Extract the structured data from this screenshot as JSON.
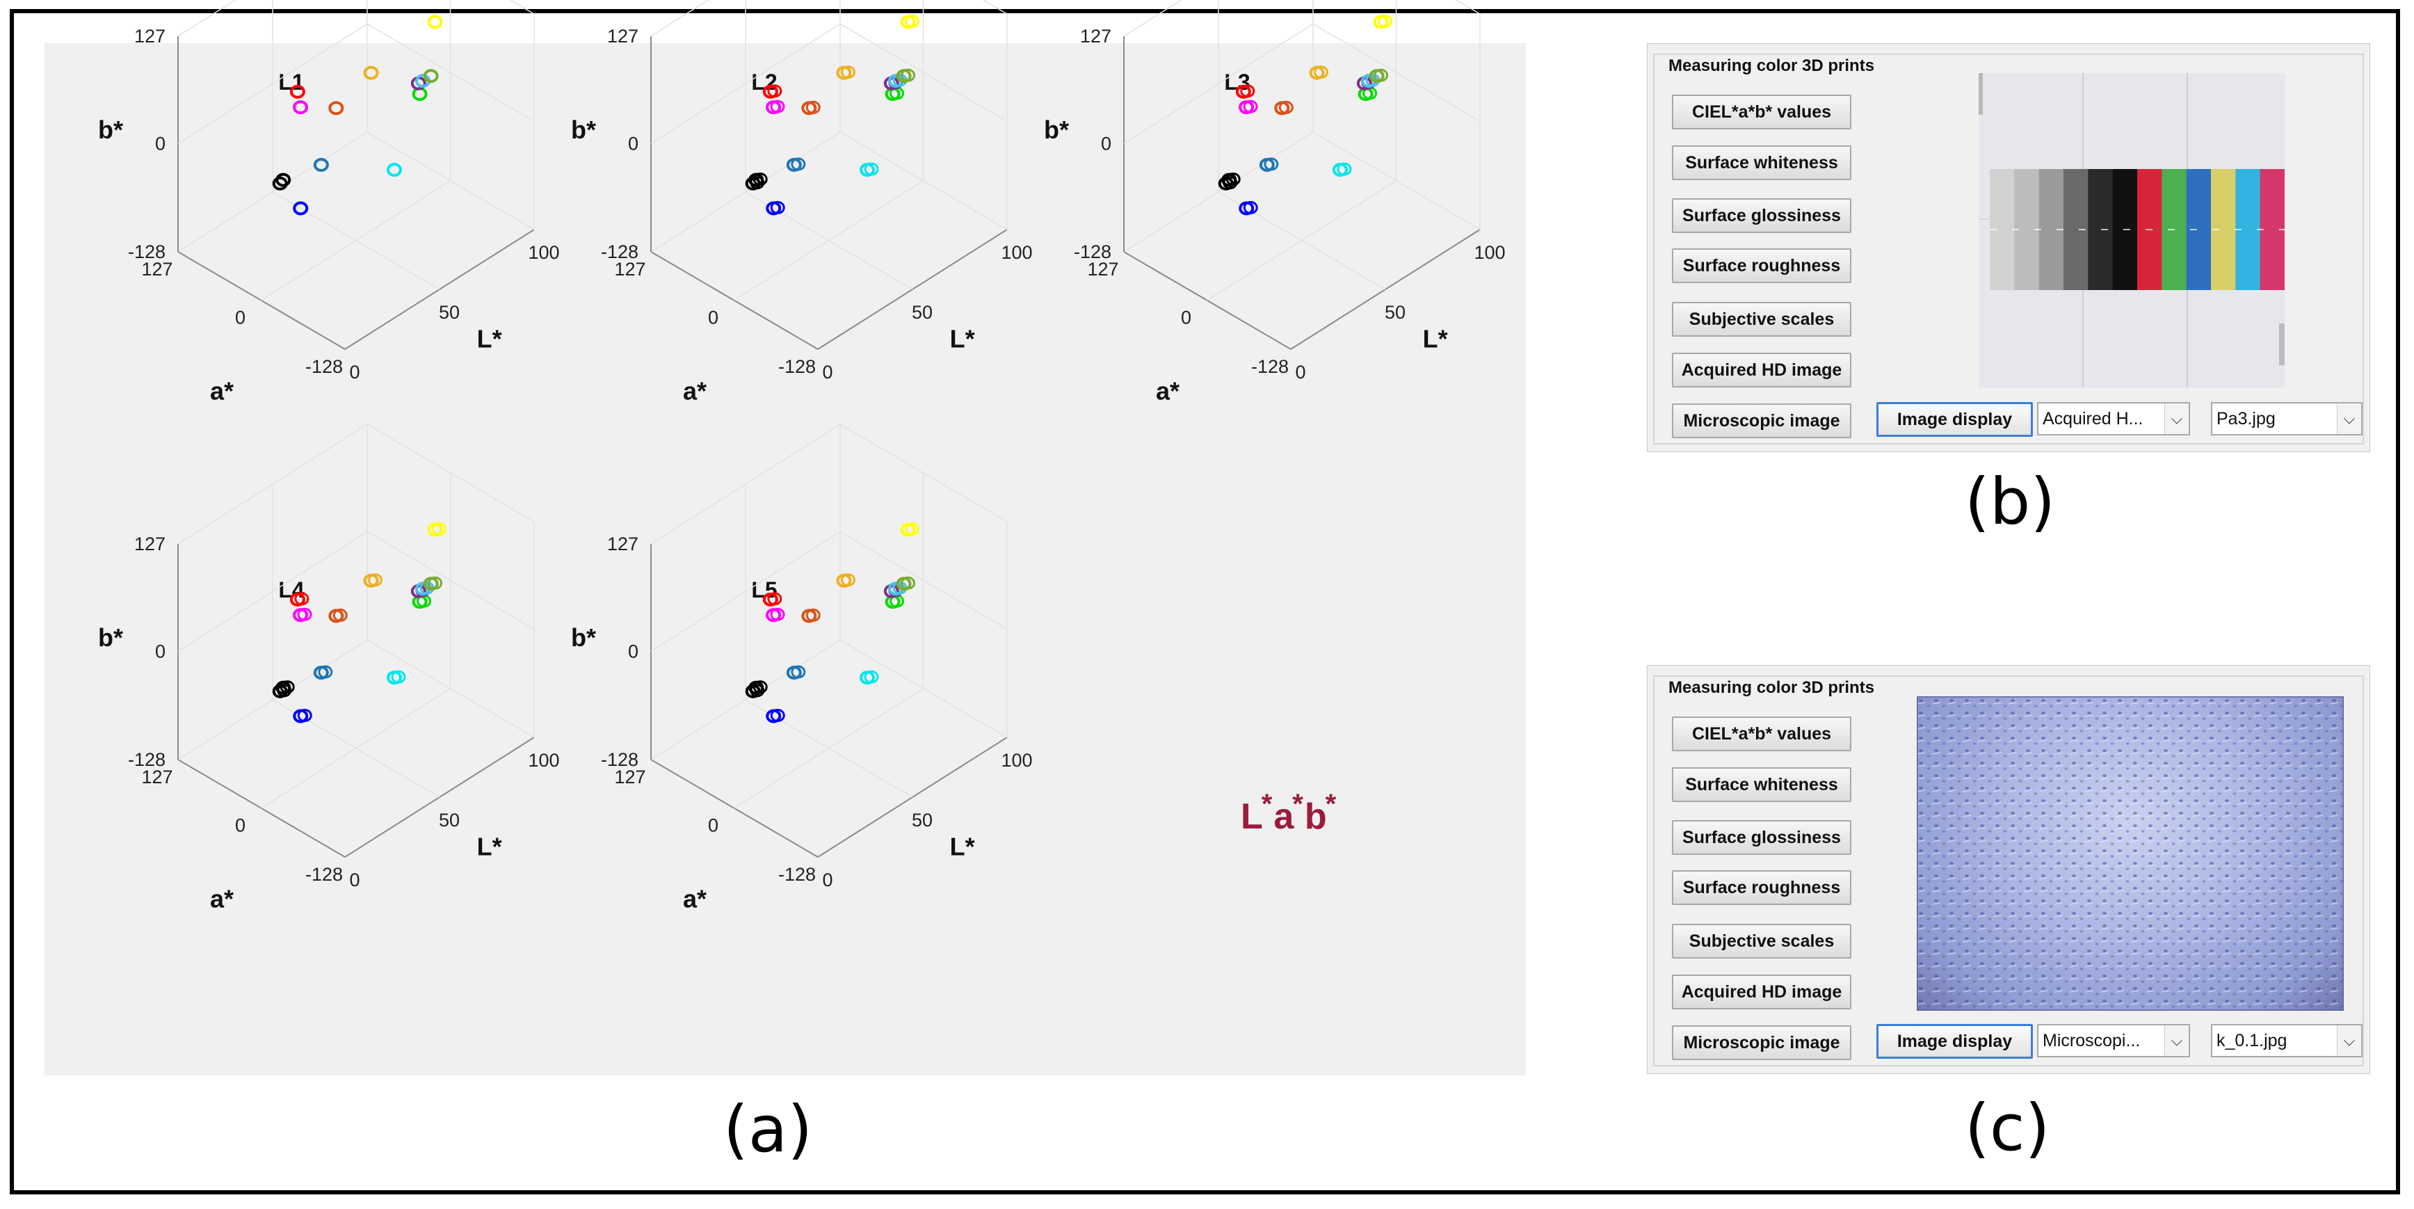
{
  "chart_data": {
    "type": "scatter",
    "projection": "3d",
    "axis_labels": {
      "x": "L*",
      "y": "a*",
      "z": "b*"
    },
    "xlim": [
      0,
      100
    ],
    "ylim": [
      -128,
      127
    ],
    "zlim": [
      -128,
      127
    ],
    "x_ticks": [
      "0",
      "50",
      "100"
    ],
    "y_ticks": [
      "127",
      "0",
      "-128"
    ],
    "z_ticks": [
      "127",
      "0",
      "-128"
    ],
    "grid": true,
    "subplots": [
      {
        "title": "L1",
        "points": [
          {
            "L": 10,
            "a": 0,
            "b": -4,
            "color": "#000000"
          },
          {
            "L": 12,
            "a": 1,
            "b": -3,
            "color": "#000000"
          },
          {
            "L": 30,
            "a": -5,
            "b": -8,
            "color": "#1f77b4"
          },
          {
            "L": 25,
            "a": 12,
            "b": -60,
            "color": "#0000ff"
          },
          {
            "L": 60,
            "a": -30,
            "b": -45,
            "color": "#00e5ee"
          },
          {
            "L": 45,
            "a": 70,
            "b": 5,
            "color": "#ff00ff"
          },
          {
            "L": 40,
            "a": 60,
            "b": 35,
            "color": "#ff0000"
          },
          {
            "L": 50,
            "a": 30,
            "b": 15,
            "color": "#d95319"
          },
          {
            "L": 65,
            "a": 20,
            "b": 40,
            "color": "#edb120"
          },
          {
            "L": 70,
            "a": -40,
            "b": 35,
            "color": "#00dd00"
          },
          {
            "L": 78,
            "a": -15,
            "b": 25,
            "color": "#7e2f8e"
          },
          {
            "L": 82,
            "a": -10,
            "b": 20,
            "color": "#4dbeee"
          },
          {
            "L": 88,
            "a": -5,
            "b": 15,
            "color": "#77ac30"
          },
          {
            "L": 85,
            "a": -20,
            "b": 90,
            "color": "#ffff00"
          }
        ]
      },
      {
        "title": "L2",
        "points": [
          {
            "L": 10,
            "a": 0,
            "b": -4,
            "color": "#000000"
          },
          {
            "L": 12,
            "a": 1,
            "b": -3,
            "color": "#000000"
          },
          {
            "L": 30,
            "a": -5,
            "b": -8,
            "color": "#1f77b4"
          },
          {
            "L": 25,
            "a": 12,
            "b": -60,
            "color": "#0000ff"
          },
          {
            "L": 60,
            "a": -30,
            "b": -45,
            "color": "#00e5ee"
          },
          {
            "L": 45,
            "a": 70,
            "b": 5,
            "color": "#ff00ff"
          },
          {
            "L": 40,
            "a": 60,
            "b": 35,
            "color": "#ff0000"
          },
          {
            "L": 50,
            "a": 30,
            "b": 15,
            "color": "#d95319"
          },
          {
            "L": 65,
            "a": 20,
            "b": 40,
            "color": "#edb120"
          },
          {
            "L": 70,
            "a": -40,
            "b": 35,
            "color": "#00dd00"
          },
          {
            "L": 78,
            "a": -15,
            "b": 25,
            "color": "#7e2f8e"
          },
          {
            "L": 82,
            "a": -10,
            "b": 20,
            "color": "#4dbeee"
          },
          {
            "L": 88,
            "a": -5,
            "b": 15,
            "color": "#77ac30"
          },
          {
            "L": 85,
            "a": -20,
            "b": 90,
            "color": "#ffff00"
          }
        ]
      },
      {
        "title": "L3",
        "points": [
          {
            "L": 10,
            "a": 0,
            "b": -4,
            "color": "#000000"
          },
          {
            "L": 12,
            "a": 1,
            "b": -3,
            "color": "#000000"
          },
          {
            "L": 30,
            "a": -5,
            "b": -8,
            "color": "#1f77b4"
          },
          {
            "L": 25,
            "a": 12,
            "b": -60,
            "color": "#0000ff"
          },
          {
            "L": 60,
            "a": -30,
            "b": -45,
            "color": "#00e5ee"
          },
          {
            "L": 45,
            "a": 70,
            "b": 5,
            "color": "#ff00ff"
          },
          {
            "L": 40,
            "a": 60,
            "b": 35,
            "color": "#ff0000"
          },
          {
            "L": 50,
            "a": 30,
            "b": 15,
            "color": "#d95319"
          },
          {
            "L": 65,
            "a": 20,
            "b": 40,
            "color": "#edb120"
          },
          {
            "L": 70,
            "a": -40,
            "b": 35,
            "color": "#00dd00"
          },
          {
            "L": 78,
            "a": -15,
            "b": 25,
            "color": "#7e2f8e"
          },
          {
            "L": 82,
            "a": -10,
            "b": 20,
            "color": "#4dbeee"
          },
          {
            "L": 88,
            "a": -5,
            "b": 15,
            "color": "#77ac30"
          },
          {
            "L": 85,
            "a": -20,
            "b": 90,
            "color": "#ffff00"
          }
        ]
      },
      {
        "title": "L4",
        "points": [
          {
            "L": 10,
            "a": 0,
            "b": -4,
            "color": "#000000"
          },
          {
            "L": 12,
            "a": 1,
            "b": -3,
            "color": "#000000"
          },
          {
            "L": 30,
            "a": -5,
            "b": -8,
            "color": "#1f77b4"
          },
          {
            "L": 25,
            "a": 12,
            "b": -60,
            "color": "#0000ff"
          },
          {
            "L": 60,
            "a": -30,
            "b": -45,
            "color": "#00e5ee"
          },
          {
            "L": 45,
            "a": 70,
            "b": 5,
            "color": "#ff00ff"
          },
          {
            "L": 40,
            "a": 60,
            "b": 35,
            "color": "#ff0000"
          },
          {
            "L": 50,
            "a": 30,
            "b": 15,
            "color": "#d95319"
          },
          {
            "L": 65,
            "a": 20,
            "b": 40,
            "color": "#edb120"
          },
          {
            "L": 70,
            "a": -40,
            "b": 35,
            "color": "#00dd00"
          },
          {
            "L": 78,
            "a": -15,
            "b": 25,
            "color": "#7e2f8e"
          },
          {
            "L": 82,
            "a": -10,
            "b": 20,
            "color": "#4dbeee"
          },
          {
            "L": 88,
            "a": -5,
            "b": 15,
            "color": "#77ac30"
          },
          {
            "L": 85,
            "a": -20,
            "b": 90,
            "color": "#ffff00"
          }
        ]
      },
      {
        "title": "L5",
        "points": [
          {
            "L": 10,
            "a": 0,
            "b": -4,
            "color": "#000000"
          },
          {
            "L": 12,
            "a": 1,
            "b": -3,
            "color": "#000000"
          },
          {
            "L": 30,
            "a": -5,
            "b": -8,
            "color": "#1f77b4"
          },
          {
            "L": 25,
            "a": 12,
            "b": -60,
            "color": "#0000ff"
          },
          {
            "L": 60,
            "a": -30,
            "b": -45,
            "color": "#00e5ee"
          },
          {
            "L": 45,
            "a": 70,
            "b": 5,
            "color": "#ff00ff"
          },
          {
            "L": 40,
            "a": 60,
            "b": 35,
            "color": "#ff0000"
          },
          {
            "L": 50,
            "a": 30,
            "b": 15,
            "color": "#d95319"
          },
          {
            "L": 65,
            "a": 20,
            "b": 40,
            "color": "#edb120"
          },
          {
            "L": 70,
            "a": -40,
            "b": 35,
            "color": "#00dd00"
          },
          {
            "L": 78,
            "a": -15,
            "b": 25,
            "color": "#7e2f8e"
          },
          {
            "L": 82,
            "a": -10,
            "b": 20,
            "color": "#4dbeee"
          },
          {
            "L": 88,
            "a": -5,
            "b": 15,
            "color": "#77ac30"
          },
          {
            "L": 85,
            "a": -20,
            "b": 90,
            "color": "#ffff00"
          }
        ]
      }
    ]
  },
  "logo": {
    "text": "Lab",
    "color": "#9b1b3a"
  },
  "captions": {
    "a": "(a)",
    "b": "(b)",
    "c": "(c)"
  },
  "gui_b": {
    "group_title": "Measuring color 3D prints",
    "buttons": [
      "CIEL*a*b* values",
      "Surface whiteness",
      "Surface glossiness",
      "Surface roughness",
      "Subjective scales",
      "Acquired HD image",
      "Microscopic image"
    ],
    "display_button": "Image display",
    "display_type": "Acquired H...",
    "file": "Pa3.jpg",
    "color_chart": [
      "#d2d2d2",
      "#bcbcbc",
      "#9a9a9a",
      "#6a6a6a",
      "#2a2a2a",
      "#111111",
      "#d8243a",
      "#4caf50",
      "#2f6fbf",
      "#d9cf68",
      "#33b3e0",
      "#d4386b"
    ]
  },
  "gui_c": {
    "group_title": "Measuring color 3D prints",
    "buttons": [
      "CIEL*a*b* values",
      "Surface whiteness",
      "Surface glossiness",
      "Surface roughness",
      "Subjective scales",
      "Acquired HD image",
      "Microscopic image"
    ],
    "display_button": "Image display",
    "display_type": "Microscopi...",
    "file": "k_0.1.jpg"
  }
}
